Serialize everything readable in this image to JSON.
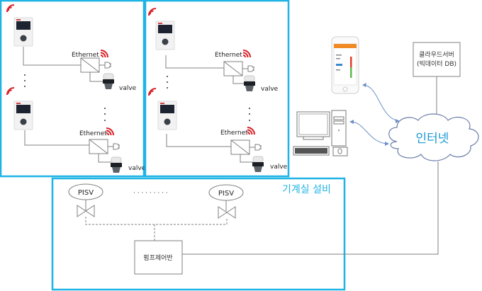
{
  "zones": {
    "left": {
      "ethernet_label_1": "Ethernet",
      "ethernet_label_2": "Ethernet",
      "valve_label_1": "valve",
      "valve_label_2": "valve"
    },
    "right": {
      "ethernet_label_1": "Ethernet",
      "ethernet_label_2": "Ethernet",
      "valve_label_1": "valve",
      "valve_label_2": "valve"
    },
    "machine_room": {
      "title": "기계실 설비",
      "pisv_left": "PISV",
      "pisv_right": "PISV",
      "ellipsis": "· · · · · · · · ·",
      "pump_panel": "펌프제어반"
    }
  },
  "cloud_server": {
    "line1": "클라우드서버",
    "line2": "(빅데이터 DB)"
  },
  "internet": {
    "label": "인터넷"
  },
  "colors": {
    "zone_border": "#1fb4e6",
    "wifi": "#d92027",
    "line": "#808080",
    "arrow": "#6d8fc8",
    "internet_text": "#1a9ad6"
  }
}
